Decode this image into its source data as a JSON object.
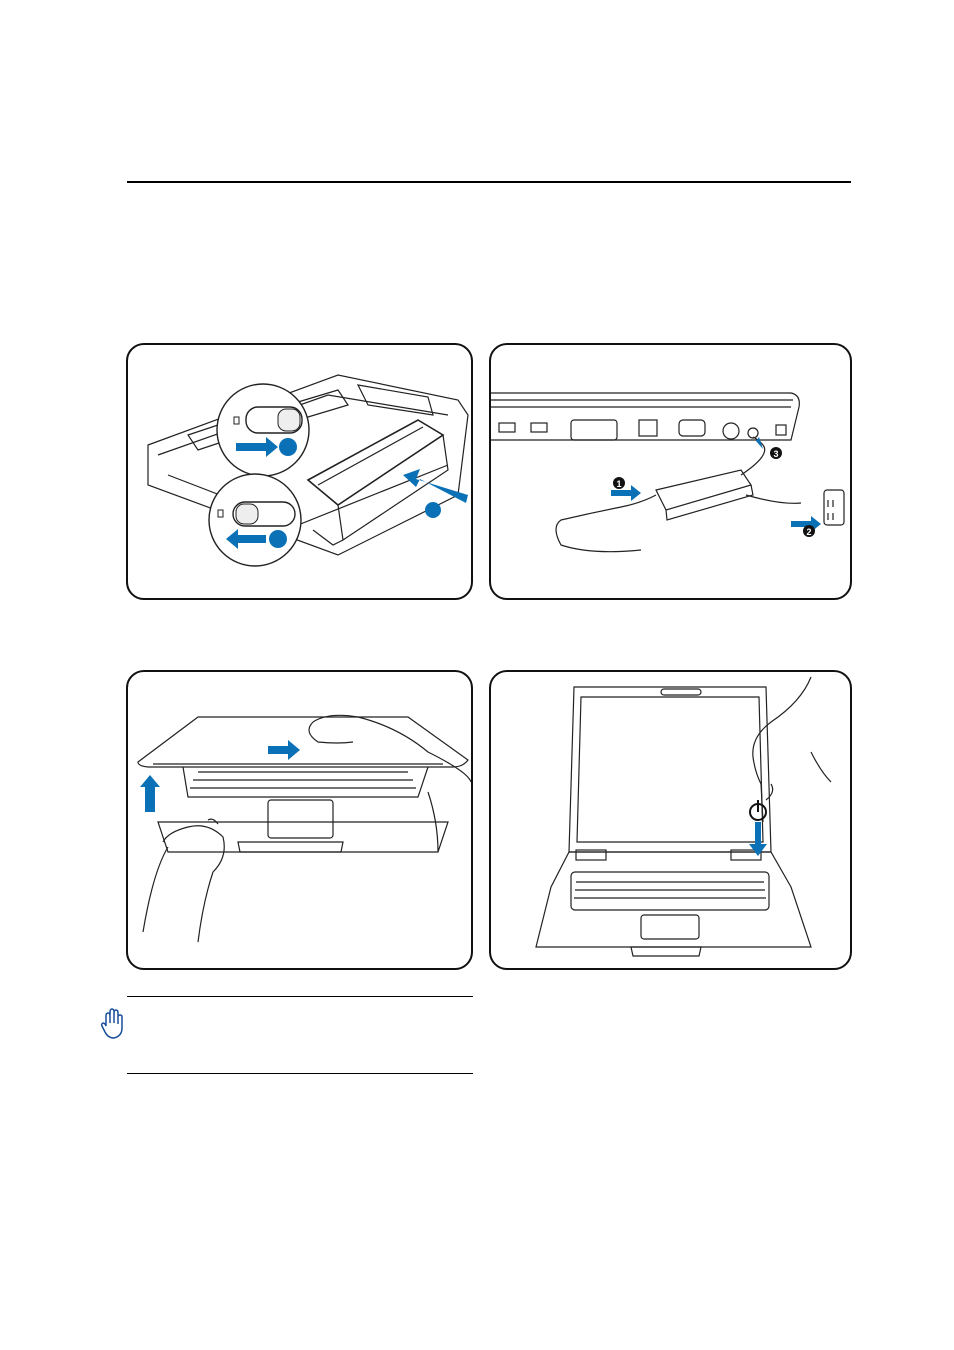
{
  "page": {
    "note_text": ""
  },
  "figures": [
    {
      "id": "battery",
      "labels": [],
      "icon": "battery-lock-icon"
    },
    {
      "id": "power-adapter",
      "labels": [
        "1",
        "2",
        "3"
      ],
      "icon": "power-plug-icon"
    },
    {
      "id": "open-lid",
      "labels": [],
      "icon": "hand-icon"
    },
    {
      "id": "power-on",
      "labels": [],
      "icon": "power-icon"
    }
  ],
  "colors": {
    "accent": "#0a71b6",
    "line": "#111111"
  }
}
